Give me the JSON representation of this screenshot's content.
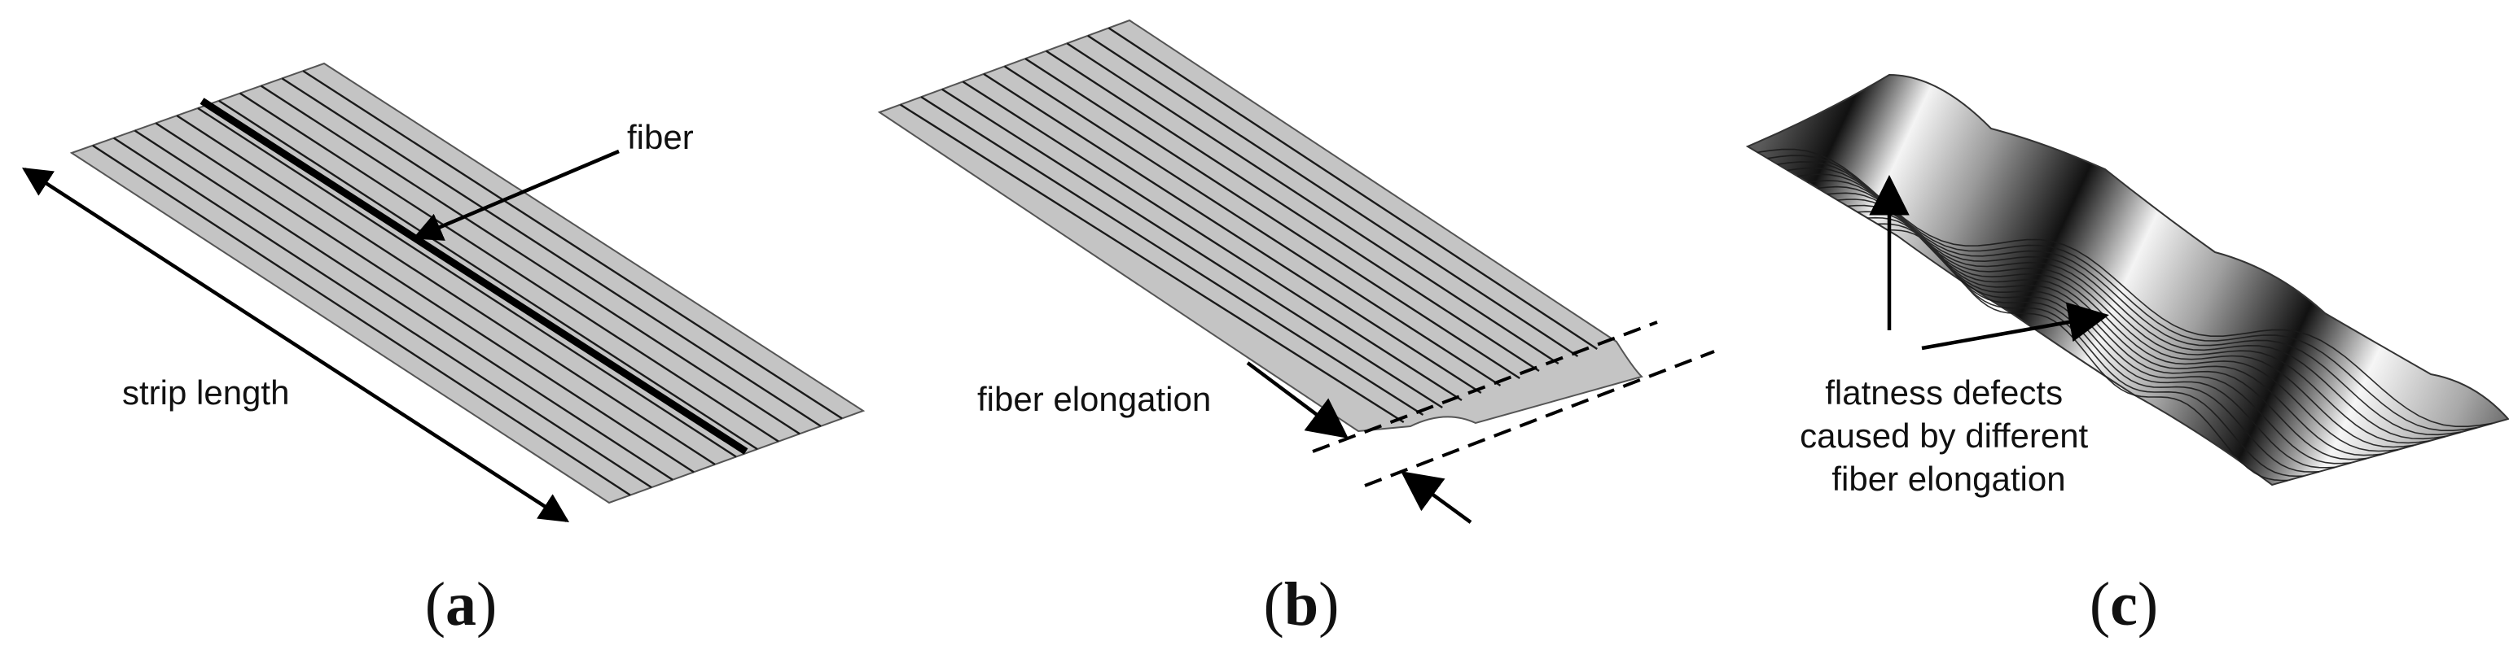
{
  "panels": {
    "a": {
      "caption_open": "(",
      "caption_letter": "a",
      "caption_close": ")",
      "fiber_label": "fiber",
      "length_label": "strip length"
    },
    "b": {
      "caption_open": "(",
      "caption_letter": "b",
      "caption_close": ")",
      "elongation_label": "fiber elongation"
    },
    "c": {
      "caption_open": "(",
      "caption_letter": "c",
      "caption_close": ")",
      "defects_label_line1": "flatness defects",
      "defects_label_line2": "caused by different",
      "defects_label_line3": "fiber elongation"
    }
  },
  "colors": {
    "strip_fill": "#c4c4c4",
    "line": "#000000"
  }
}
